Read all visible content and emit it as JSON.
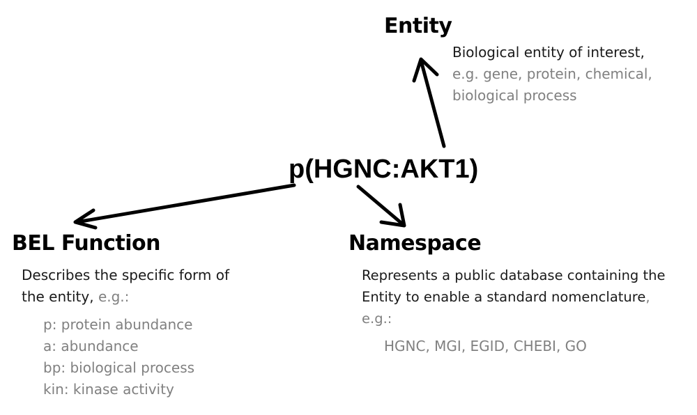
{
  "center": {
    "expression": "p(HGNC:AKT1)"
  },
  "entity": {
    "heading": "Entity",
    "desc_line1": "Biological entity of interest,",
    "desc_line2": "e.g. gene, protein, chemical,",
    "desc_line3": "biological process"
  },
  "bel_function": {
    "heading": "BEL Function",
    "desc_line1": "Describes the specific form of",
    "desc_line2_main": "the entity, ",
    "desc_line2_eg": "e.g.:",
    "examples": [
      "p: protein abundance",
      "a: abundance",
      "bp: biological process",
      "kin: kinase activity"
    ]
  },
  "namespace": {
    "heading": "Namespace",
    "desc_line1": "Represents a public database containing the",
    "desc_line2_main": "Entity to enable a standard nomenclature",
    "desc_line2_comma": ",",
    "desc_line3": "e.g.:",
    "examples": "HGNC, MGI, EGID, CHEBI, GO"
  },
  "colors": {
    "text": "#000000",
    "muted": "#808080"
  }
}
